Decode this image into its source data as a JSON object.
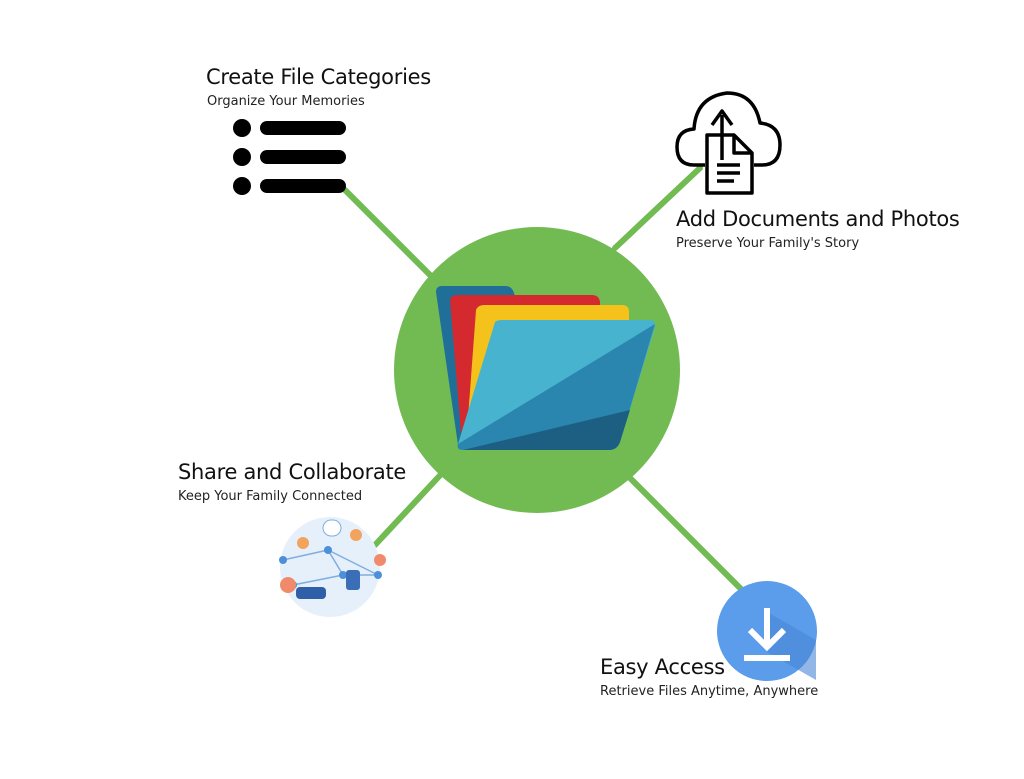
{
  "colors": {
    "green": "#72BB53",
    "download_blue": "#5B9CEB"
  },
  "features": [
    {
      "title": "Create File Categories",
      "subtitle": "Organize Your Memories",
      "icon": "list-icon"
    },
    {
      "title": "Add Documents and Photos",
      "subtitle": "Preserve Your Family's Story",
      "icon": "cloud-upload-document-icon"
    },
    {
      "title": "Share and Collaborate",
      "subtitle": "Keep Your Family Connected",
      "icon": "collaboration-globe-illustration"
    },
    {
      "title": "Easy Access",
      "subtitle": "Retrieve Files Anytime, Anywhere",
      "icon": "download-icon"
    }
  ],
  "center": {
    "icon": "folder-icon"
  }
}
